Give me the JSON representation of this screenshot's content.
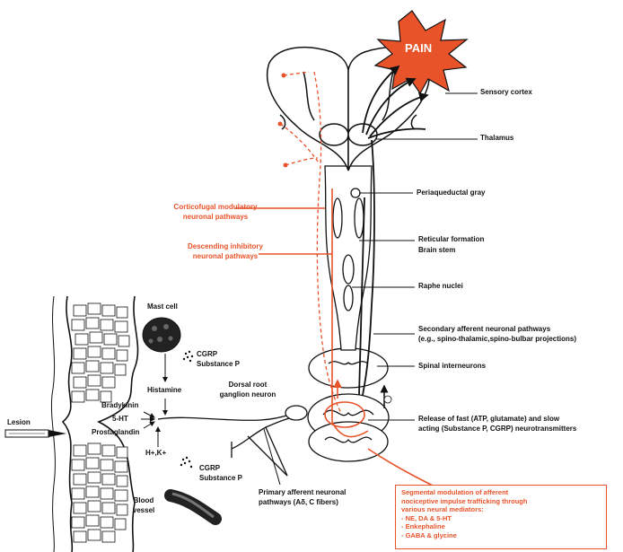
{
  "pain": "PAIN",
  "labels": {
    "sensory_cortex": "Sensory cortex",
    "thalamus": "Thalamus",
    "periaqueductal_gray": "Periaqueductal gray",
    "reticular_formation": "Reticular formation",
    "brain_stem": "Brain stem",
    "raphe_nuclei": "Raphe nuclei",
    "secondary_afferent_1": "Secondary afferent neuronal pathways",
    "secondary_afferent_2": "(e.g., spino-thalamic,spino-bulbar projections)",
    "spinal_interneurons": "Spinal interneurons",
    "release_1": "Release of fast (ATP, glutamate) and slow",
    "release_2": "acting (Substance P, CGRP) neurotransmitters",
    "corticofugal_1": "Corticofugal modulatory",
    "corticofugal_2": "neuronal pathways",
    "descending_1": "Descending inhibitory",
    "descending_2": "neuronal pathways",
    "mast_cell": "Mast cell",
    "cgrp_top": "CGRP",
    "substance_p_top": "Substance P",
    "histamine": "Histamine",
    "bradykinin": "Bradykinin",
    "serotonin": "5-HT",
    "prostaglandin": "Prostaglandin",
    "ions": "H+,K+",
    "drg_1": "Dorsal root",
    "drg_2": "ganglion neuron",
    "lesion": "Lesion",
    "cgrp_bottom": "CGRP",
    "substance_p_bottom": "Substance P",
    "blood_vessel_1": "Blood",
    "blood_vessel_2": "vessel",
    "primary_afferent_1": "Primary afferent neuronal",
    "primary_afferent_2": "pathways (Aδ, C fibers)"
  },
  "segmental_box": {
    "line1": "Segmental modulation of afferent",
    "line2": "nociceptive impulse trafficking through",
    "line3": "various neural mediators:",
    "item1": "- NE, DA & 5-HT",
    "item2": "- Enkephaline",
    "item3": "- GABA & glycine"
  },
  "colors": {
    "accent": "#e8532a",
    "ink": "#111111"
  }
}
